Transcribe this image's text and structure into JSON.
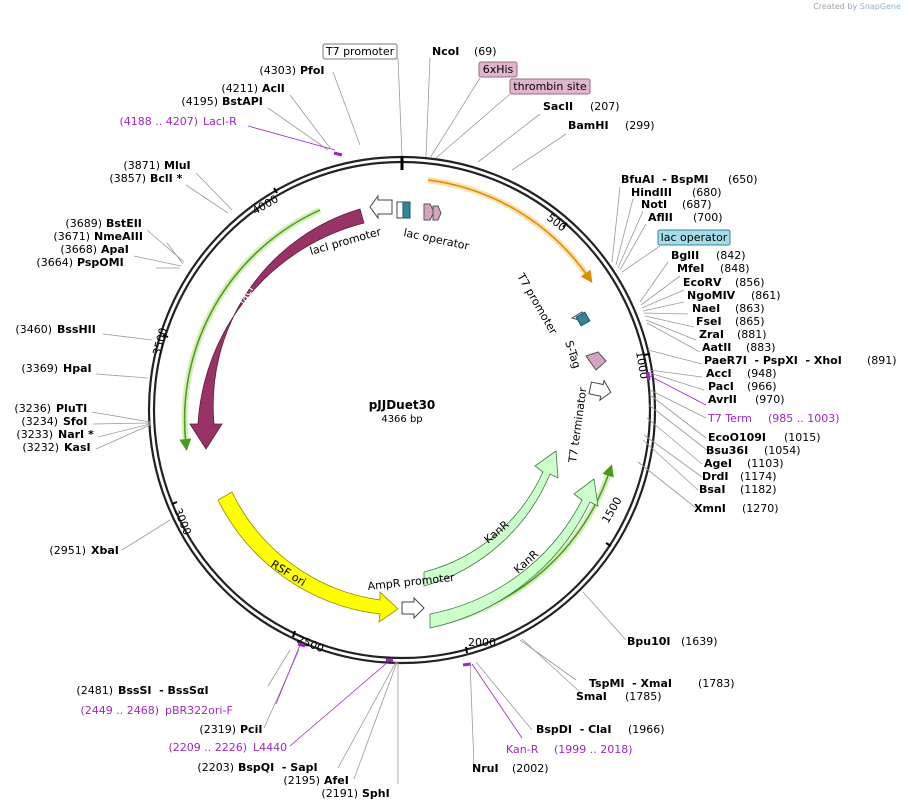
{
  "credit": {
    "prefix": "Created by",
    "brand": "SnapGene"
  },
  "plasmid": {
    "name": "pJJDuet30",
    "size_label": "4366 bp",
    "length": 4366
  },
  "ticks": [
    "500",
    "1000",
    "1500",
    "2000",
    "2500",
    "3000",
    "3500",
    "4000"
  ],
  "features": {
    "laci": "lacI",
    "laci_promoter": "lacI promoter",
    "lac_operator_inner": "lac operator",
    "t7_promoter_inner": "T7 promoter",
    "s_tag": "S-Tag",
    "t7_terminator": "T7 terminator",
    "kanr_1": "KanR",
    "kanr_2": "KanR",
    "ampr_promoter": "AmpR promoter",
    "rsf_ori": "RSF ori"
  },
  "boxed_labels": {
    "t7_promoter": "T7 promoter",
    "his6": "6xHis",
    "thrombin": "thrombin site",
    "lac_operator": "lac operator"
  },
  "sites": [
    {
      "pos": "(4303)",
      "name": "PfoI"
    },
    {
      "pos": "(4211)",
      "name": "AclI"
    },
    {
      "pos": "(4195)",
      "name": "BstAPI"
    },
    {
      "pos": "(3871)",
      "name": "MluI"
    },
    {
      "pos": "(3857)",
      "name": "BclI *"
    },
    {
      "pos": "(3689)",
      "name": "BstEII"
    },
    {
      "pos": "(3671)",
      "name": "NmeAIII"
    },
    {
      "pos": "(3668)",
      "name": "ApaI"
    },
    {
      "pos": "(3664)",
      "name": "PspOMI"
    },
    {
      "pos": "(3460)",
      "name": "BssHII"
    },
    {
      "pos": "(3369)",
      "name": "HpaI"
    },
    {
      "pos": "(3236)",
      "name": "PluTI"
    },
    {
      "pos": "(3234)",
      "name": "SfoI"
    },
    {
      "pos": "(3233)",
      "name": "NarI *"
    },
    {
      "pos": "(3232)",
      "name": "KasI"
    },
    {
      "pos": "(2951)",
      "name": "XbaI"
    },
    {
      "pos": "(2481)",
      "name": "BssSI  - BssSαI"
    },
    {
      "pos": "(2319)",
      "name": "PciI"
    },
    {
      "pos": "(2203)",
      "name": "BspQI  - SapI"
    },
    {
      "pos": "(2195)",
      "name": "AfeI"
    },
    {
      "pos": "(2191)",
      "name": "SphI"
    },
    {
      "pos": "(69)",
      "name": "NcoI"
    },
    {
      "pos": "(207)",
      "name": "SacII"
    },
    {
      "pos": "(299)",
      "name": "BamHI"
    },
    {
      "pos": "(650)",
      "name": "BfuAI  - BspMI"
    },
    {
      "pos": "(680)",
      "name": "HindIII"
    },
    {
      "pos": "(687)",
      "name": "NotI"
    },
    {
      "pos": "(700)",
      "name": "AflII"
    },
    {
      "pos": "(842)",
      "name": "BglII"
    },
    {
      "pos": "(848)",
      "name": "MfeI"
    },
    {
      "pos": "(856)",
      "name": "EcoRV"
    },
    {
      "pos": "(861)",
      "name": "NgoMIV"
    },
    {
      "pos": "(863)",
      "name": "NaeI"
    },
    {
      "pos": "(865)",
      "name": "FseI"
    },
    {
      "pos": "(881)",
      "name": "ZraI"
    },
    {
      "pos": "(883)",
      "name": "AatII"
    },
    {
      "pos": "(891)",
      "name": "PaeR7I  - PspXI  - XhoI"
    },
    {
      "pos": "(948)",
      "name": "AccI"
    },
    {
      "pos": "(966)",
      "name": "PacI"
    },
    {
      "pos": "(970)",
      "name": "AvrII"
    },
    {
      "pos": "(1015)",
      "name": "EcoO109I"
    },
    {
      "pos": "(1054)",
      "name": "Bsu36I"
    },
    {
      "pos": "(1103)",
      "name": "AgeI"
    },
    {
      "pos": "(1174)",
      "name": "DrdI"
    },
    {
      "pos": "(1182)",
      "name": "BsaI"
    },
    {
      "pos": "(1270)",
      "name": "XmnI"
    },
    {
      "pos": "(1639)",
      "name": "Bpu10I"
    },
    {
      "pos": "(1783)",
      "name": "TspMI  - XmaI"
    },
    {
      "pos": "(1785)",
      "name": "SmaI"
    },
    {
      "pos": "(1966)",
      "name": "BspDI  - ClaI"
    },
    {
      "pos": "(2002)",
      "name": "NruI"
    }
  ],
  "primers": [
    {
      "range": "(4188 .. 4207)",
      "name": "LacI-R"
    },
    {
      "range": "(985 .. 1003)",
      "name": "T7 Term"
    },
    {
      "range": "(1999 .. 2018)",
      "name": "Kan-R"
    },
    {
      "range": "(2209 .. 2226)",
      "name": "L4440"
    },
    {
      "range": "(2449 .. 2468)",
      "name": "pBR322ori-F"
    }
  ],
  "colors": {
    "laci": "#993366",
    "rsf_ori": "#ffff00",
    "kanr": "#ccffcc",
    "arc_orange": "#f5a623",
    "arc_green": "#7dc832",
    "primer": "#9b28c6",
    "operator_teal": "#31849b",
    "his_tag": "#d4a5c0"
  }
}
